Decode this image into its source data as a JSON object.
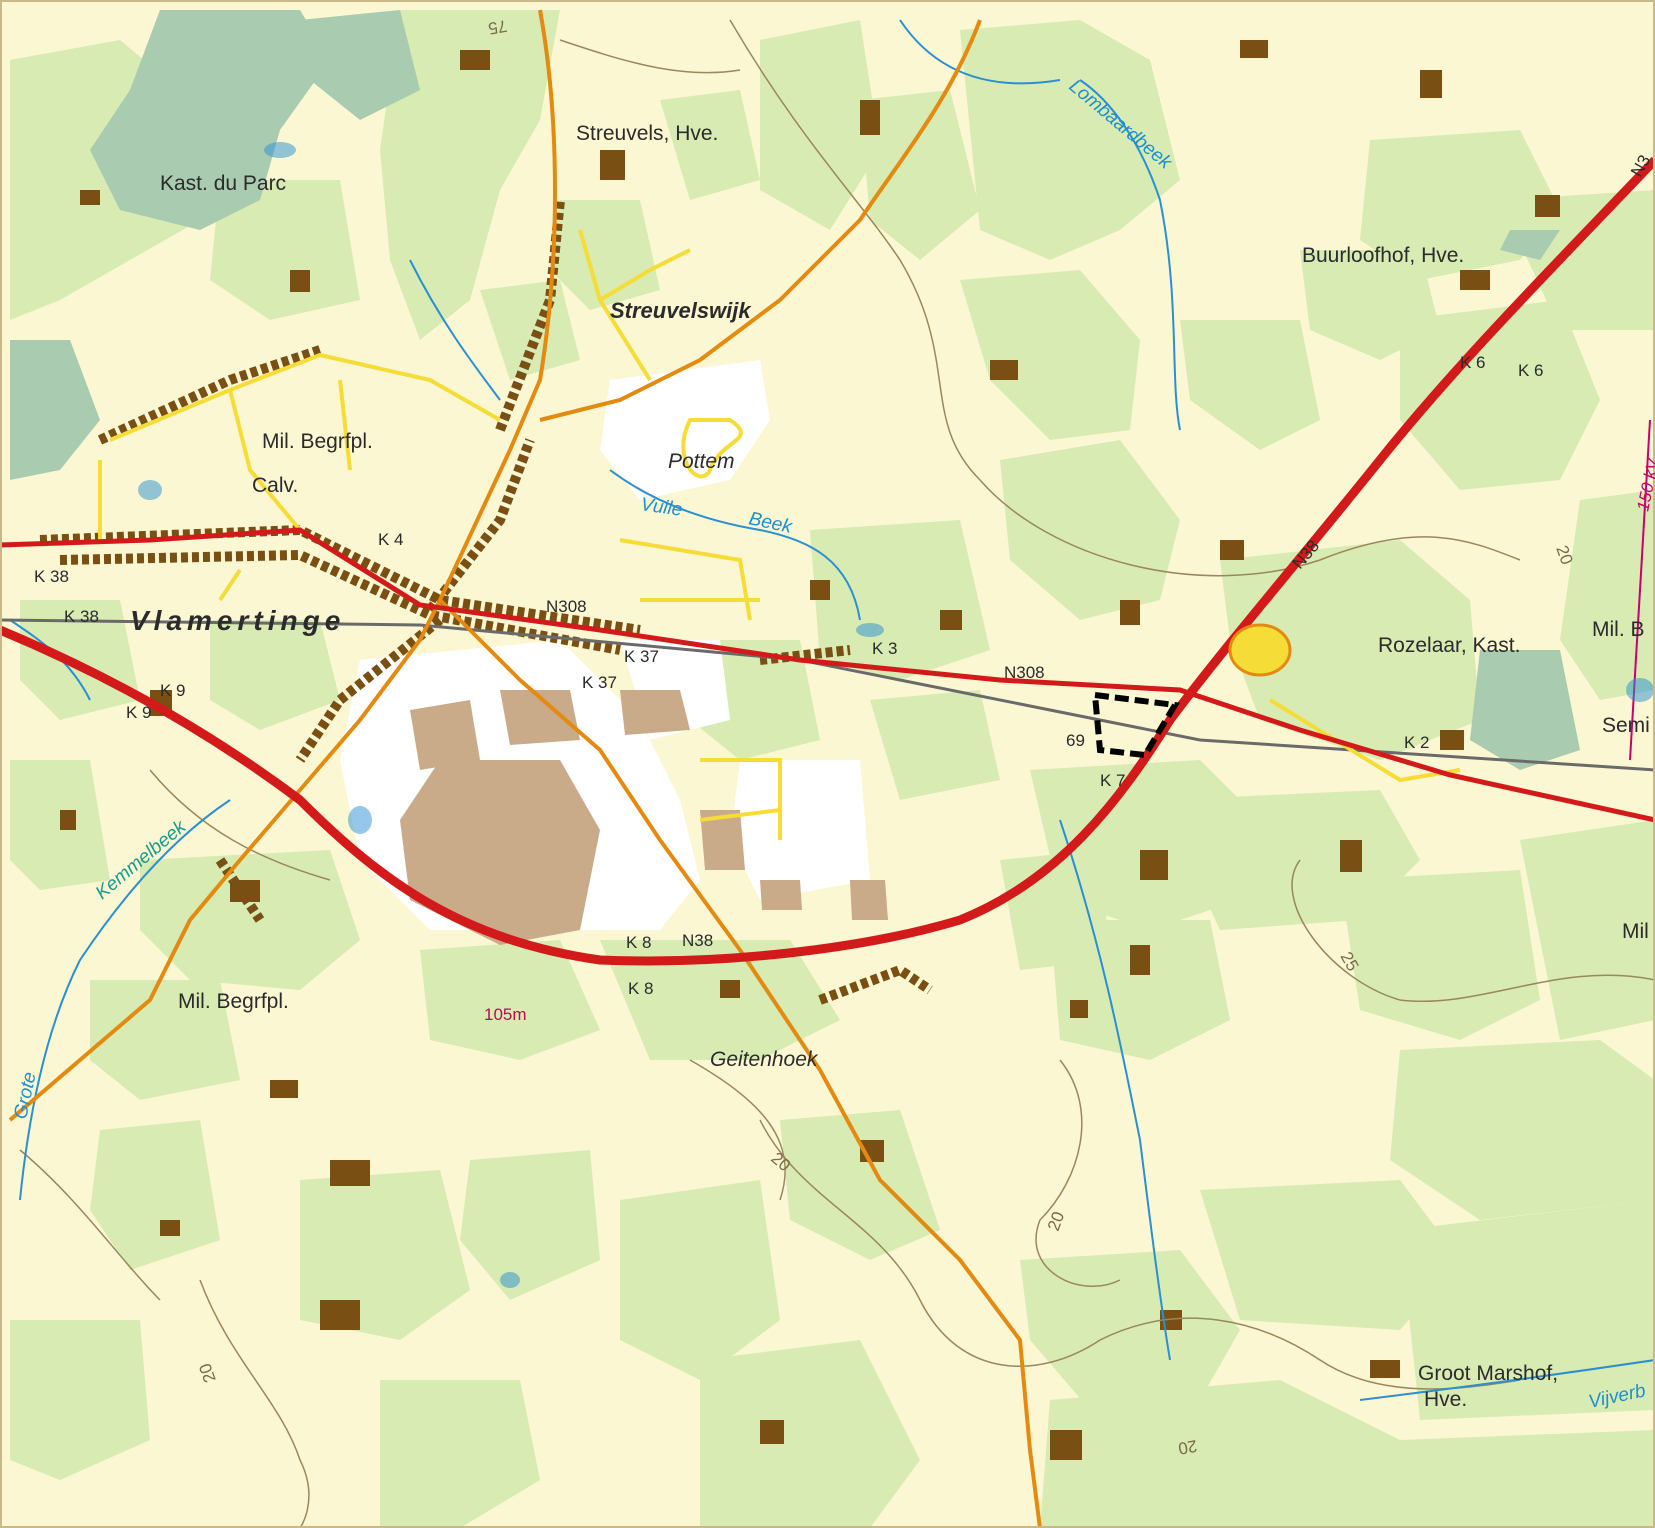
{
  "colors": {
    "background": "#fbf7d2",
    "woodland": "#d7ebb3",
    "park": "#a9cbb0",
    "industrial": "#ffffff",
    "building": "#7a4f13",
    "big_building": "#c9ab8a",
    "highway": "#d31a1a",
    "secondary_road": "#e48a10",
    "local_road": "#f5dc36",
    "water": "#2a8fd3",
    "contour": "#9a875c",
    "boundary": "#000000"
  },
  "labels": {
    "town": "Vlamertinge",
    "streuvelswijk": "Streuvelswijk",
    "streuvels": "Streuvels, Hve.",
    "kast_du_parc": "Kast. du Parc",
    "mil_begrfpl_1": "Mil. Begrfpl.",
    "calv": "Calv.",
    "pottem": "Pottem",
    "vuile": "Vuile",
    "beek": "Beek",
    "lombaardbeek": "Lombaardbeek",
    "buurloofhof": "Buurloofhof, Hve.",
    "rozelaar": "Rozelaar, Kast.",
    "mil_b_edge": "Mil. B",
    "semi_edge": "Semi",
    "mil_edge": "Mil",
    "mil_begrfpl_2": "Mil. Begrfpl.",
    "geitenhoek": "Geitenhoek",
    "groot_marshof": "Groot Marshof,",
    "hve": "Hve.",
    "vijverb": "Vijverb",
    "kemmelbeek": "Kemmelbeek",
    "grote": "Grote",
    "n38_a": "N38",
    "n38_b": "N38",
    "n3_edge": "N3",
    "n308_a": "N308",
    "n308_b": "N308",
    "k38_a": "K 38",
    "k38_b": "K 38",
    "k4": "K 4",
    "k37_a": "K 37",
    "k37_b": "K 37",
    "k3": "K 3",
    "k9_a": "K 9",
    "k9_b": "K 9",
    "k8_a": "K 8",
    "k8_b": "K 8",
    "k7": "K 7",
    "k6_a": "K 6",
    "k6_b": "K 6",
    "k2": "K 2",
    "num_69": "69",
    "kv_150": "150 kV",
    "spot_105m": "105m",
    "c20_a": "20",
    "c20_b": "20",
    "c20_c": "20",
    "c20_d": "20",
    "c20_e": "20",
    "c25": "25",
    "c75": "75"
  }
}
